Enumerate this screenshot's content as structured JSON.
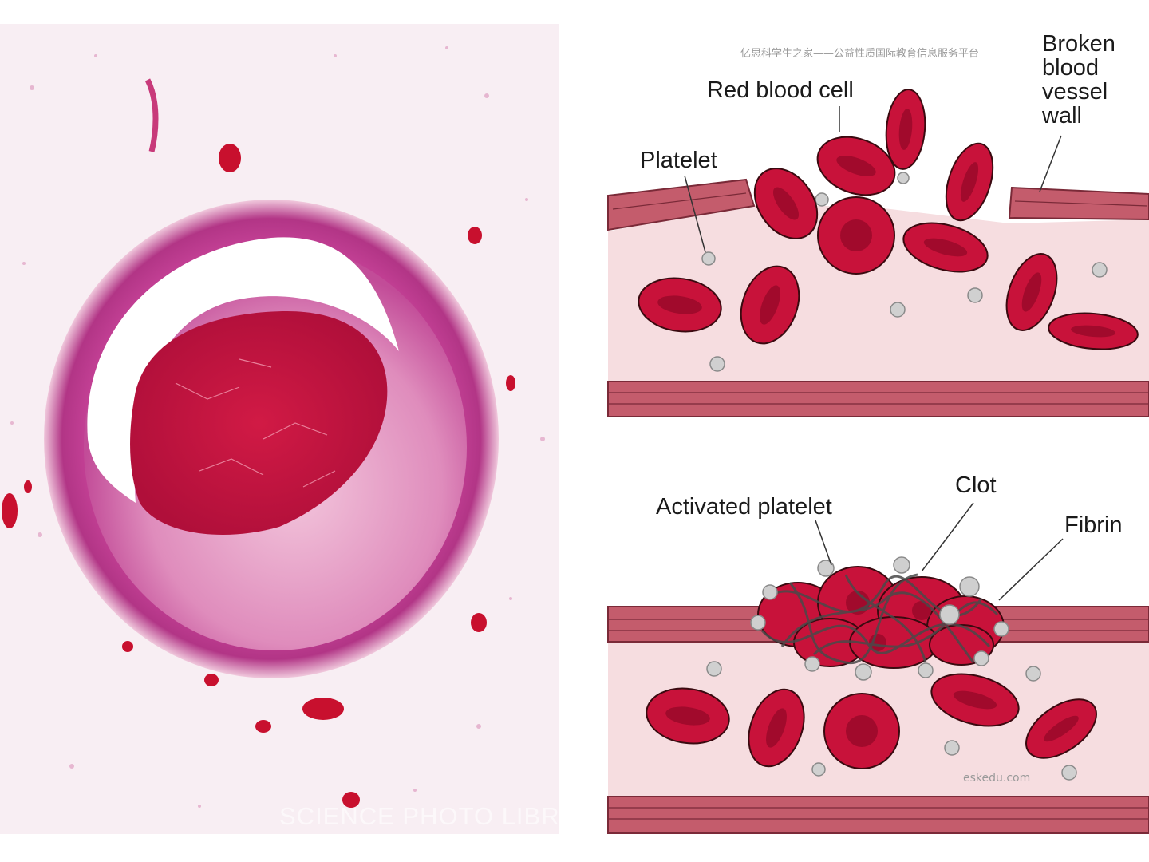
{
  "micrograph": {
    "credit": "SCIENCE PHOTO LIBRARY"
  },
  "watermarks": {
    "top": "亿思科学生之家——公益性质国际教育信息服务平台",
    "bottom": "eskedu.com"
  },
  "top_diagram": {
    "labels": {
      "red_blood_cell": "Red blood cell",
      "platelet": "Platelet",
      "broken_wall_line1": "Broken",
      "broken_wall_line2": "blood",
      "broken_wall_line3": "vessel",
      "broken_wall_line4": "wall"
    }
  },
  "bottom_diagram": {
    "labels": {
      "activated_platelet": "Activated platelet",
      "clot": "Clot",
      "fibrin": "Fibrin"
    }
  },
  "colors": {
    "vessel_wall": "#c45c6c",
    "lumen": "#f6dde0",
    "red_cell": "#c8123a",
    "platelet": "#d0d0d0",
    "tissue_stain": "#c0408a"
  }
}
